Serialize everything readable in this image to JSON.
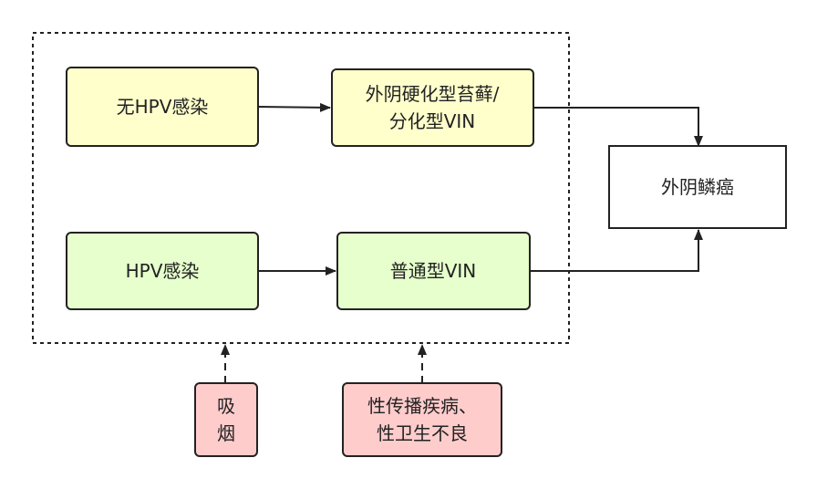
{
  "nodes": {
    "no_hpv": {
      "lines": [
        "无HPV感染"
      ],
      "fill": "#ffffcc",
      "stroke": "#222222"
    },
    "lichen": {
      "lines": [
        "外阴硬化型苔藓/",
        "分化型VIN"
      ],
      "fill": "#ffffcc",
      "stroke": "#222222"
    },
    "hpv": {
      "lines": [
        "HPV感染"
      ],
      "fill": "#e6ffcc",
      "stroke": "#222222"
    },
    "usual_vin": {
      "lines": [
        "普通型VIN"
      ],
      "fill": "#e6ffcc",
      "stroke": "#222222"
    },
    "scc": {
      "lines": [
        "外阴鳞癌"
      ],
      "fill": "#ffffff",
      "stroke": "#222222"
    },
    "smoking": {
      "lines": [
        "吸",
        "烟"
      ],
      "fill": "#ffcccc",
      "stroke": "#222222"
    },
    "std": {
      "lines": [
        "性传播疾病、",
        "性卫生不良"
      ],
      "fill": "#ffcccc",
      "stroke": "#222222"
    }
  },
  "edges": [
    {
      "from": "no_hpv",
      "to": "lichen",
      "style": "solid"
    },
    {
      "from": "hpv",
      "to": "usual_vin",
      "style": "solid"
    },
    {
      "from": "lichen",
      "to": "scc",
      "style": "solid"
    },
    {
      "from": "usual_vin",
      "to": "scc",
      "style": "solid"
    },
    {
      "from": "smoking",
      "to": "group",
      "style": "dashed"
    },
    {
      "from": "std",
      "to": "group",
      "style": "dashed"
    }
  ],
  "colors": {
    "line": "#222222",
    "group_border": "#222222"
  }
}
